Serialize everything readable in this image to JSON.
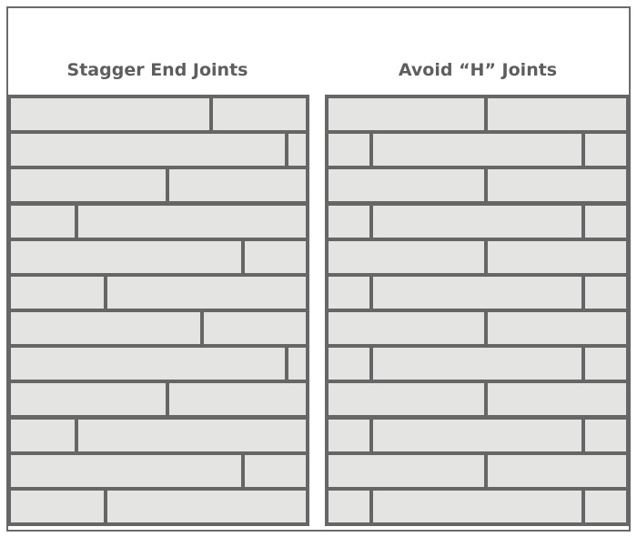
{
  "titles": {
    "left": "Stagger End Joints",
    "right": "Avoid “H” Joints"
  },
  "colors": {
    "board": "#e4e4e2",
    "grout": "#666666",
    "title_text": "#5e5e5e",
    "background": "#ffffff"
  },
  "panels": [
    {
      "id": "stagger",
      "rows": [
        [
          0.68,
          0.32
        ],
        [
          0.94,
          0.06
        ],
        [
          0.53,
          0.47
        ],
        [
          0.22,
          0.78
        ],
        [
          0.79,
          0.21
        ],
        [
          0.32,
          0.68
        ],
        [
          0.65,
          0.35
        ],
        [
          0.94,
          0.06
        ],
        [
          0.53,
          0.47
        ],
        [
          0.22,
          0.78
        ],
        [
          0.79,
          0.21
        ],
        [
          0.32,
          0.68
        ]
      ]
    },
    {
      "id": "h-joints",
      "rows": [
        [
          0.53,
          0.47
        ],
        [
          0.14,
          0.72,
          0.14
        ],
        [
          0.53,
          0.47
        ],
        [
          0.14,
          0.72,
          0.14
        ],
        [
          0.53,
          0.47
        ],
        [
          0.14,
          0.72,
          0.14
        ],
        [
          0.53,
          0.47
        ],
        [
          0.14,
          0.72,
          0.14
        ],
        [
          0.53,
          0.47
        ],
        [
          0.14,
          0.72,
          0.14
        ],
        [
          0.53,
          0.47
        ],
        [
          0.14,
          0.72,
          0.14
        ]
      ]
    }
  ]
}
